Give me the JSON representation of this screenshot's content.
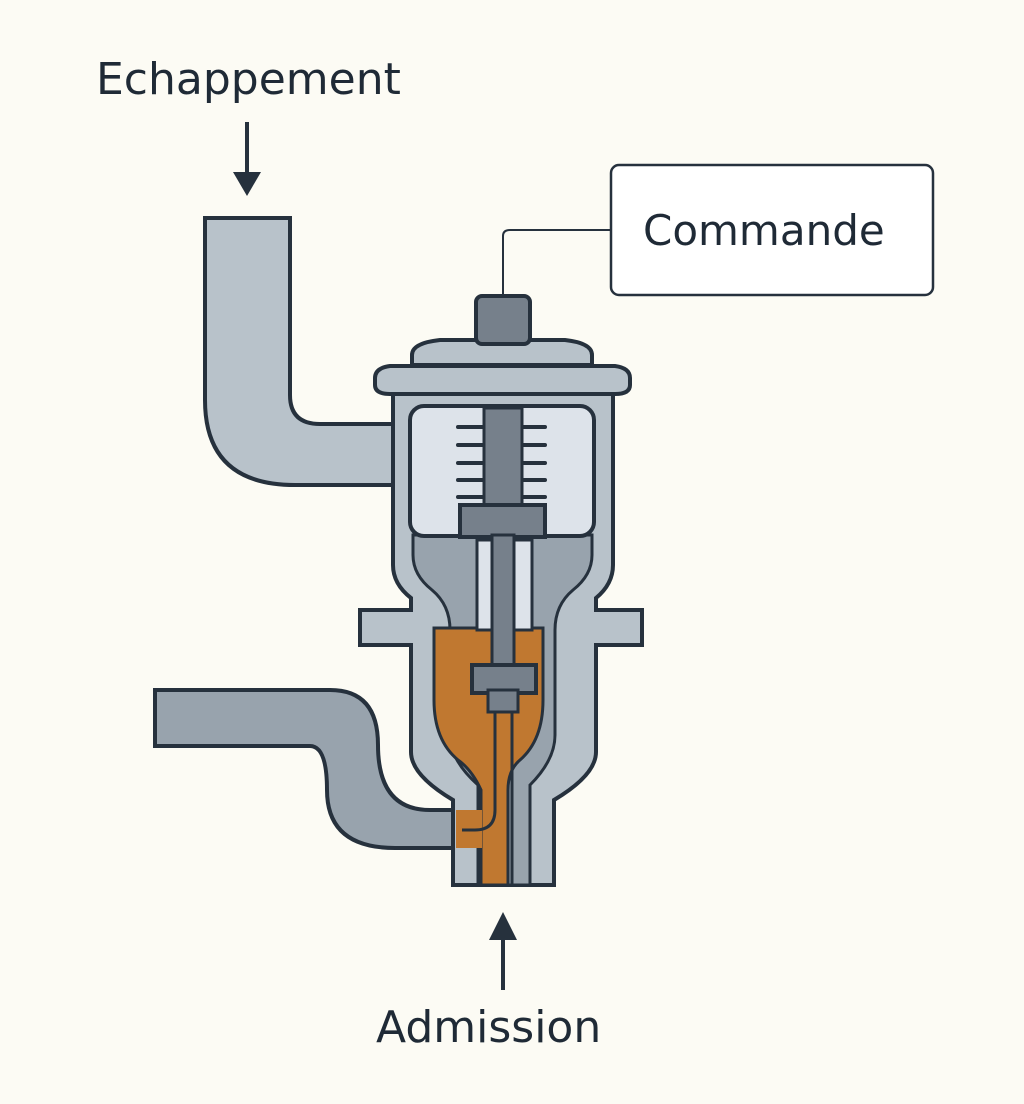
{
  "labels": {
    "exhaust": "Echappement",
    "command": "Commande",
    "intake": "Admission"
  },
  "colors": {
    "background": "#fcfbf4",
    "outline": "#26313d",
    "pipe_light": "#b8c2ca",
    "pipe_dark": "#98a3ad",
    "chamber": "#dde3ea",
    "fluid": "#c07830",
    "stem": "#76808b"
  }
}
